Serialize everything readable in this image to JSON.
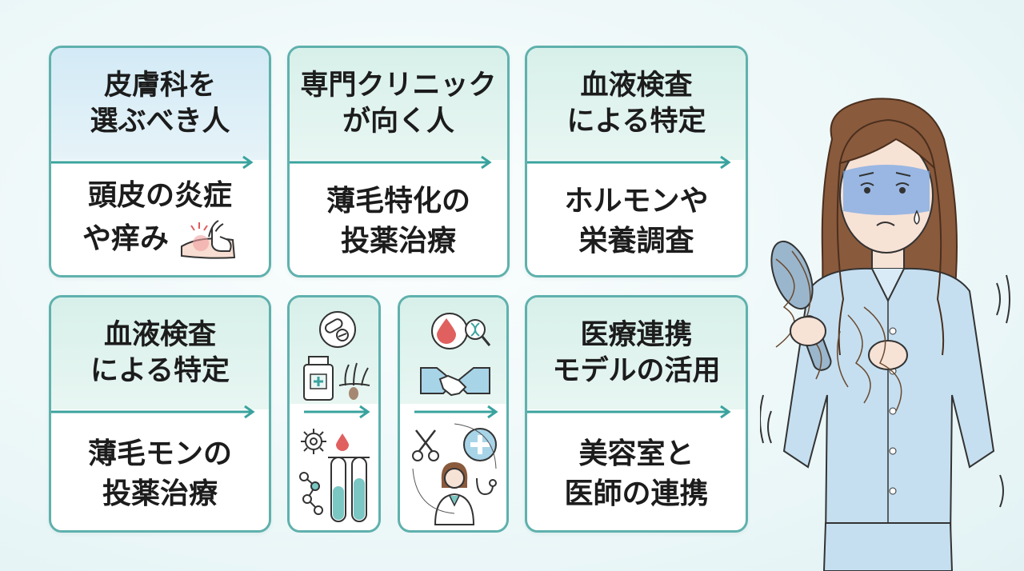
{
  "cards": [
    {
      "top": [
        "皮膚科を",
        "選ぶべき人"
      ],
      "bottom": [
        "頭皮の炎症",
        "や痒み"
      ]
    },
    {
      "top": [
        "専門クリニック",
        "が向く人"
      ],
      "bottom": [
        "薄毛特化の",
        "投薬治療"
      ]
    },
    {
      "top": [
        "血液検査",
        "による特定"
      ],
      "bottom": [
        "ホルモンや",
        "栄養調査"
      ]
    },
    {
      "top": [
        "血液検査",
        "による特定"
      ],
      "bottom": [
        "薄毛モンの",
        "投薬治療"
      ]
    },
    {
      "top": [
        "医療連携",
        "モデルの活用"
      ],
      "bottom": [
        "美容室と",
        "医師の連携"
      ]
    }
  ],
  "icons": {
    "itchy_hand": "itchy-scalp-hand-icon",
    "pills": "pill-capsule-icon",
    "medicine_bottle": "medicine-bottle-icon",
    "hair_follicle": "hair-follicle-icon",
    "gears": "gear-icon",
    "test_tubes": "test-tube-icon",
    "blood_drop": "blood-drop-icon",
    "dna_search": "dna-magnifier-icon",
    "handshake": "handshake-icon",
    "scissors": "scissors-icon",
    "medical_cross": "medical-cross-icon",
    "doctor": "doctor-icon",
    "stethoscope": "stethoscope-icon",
    "woman": "worried-woman-hair-loss-illustration"
  },
  "colors": {
    "border": "#5fb1ad",
    "arrow": "#3aa39e",
    "top_blue": "#d3eaf6",
    "top_green": "#d8f0ea",
    "text": "#1c1c1c",
    "pajama": "#c5dff0",
    "hair": "#8a5a3c"
  }
}
